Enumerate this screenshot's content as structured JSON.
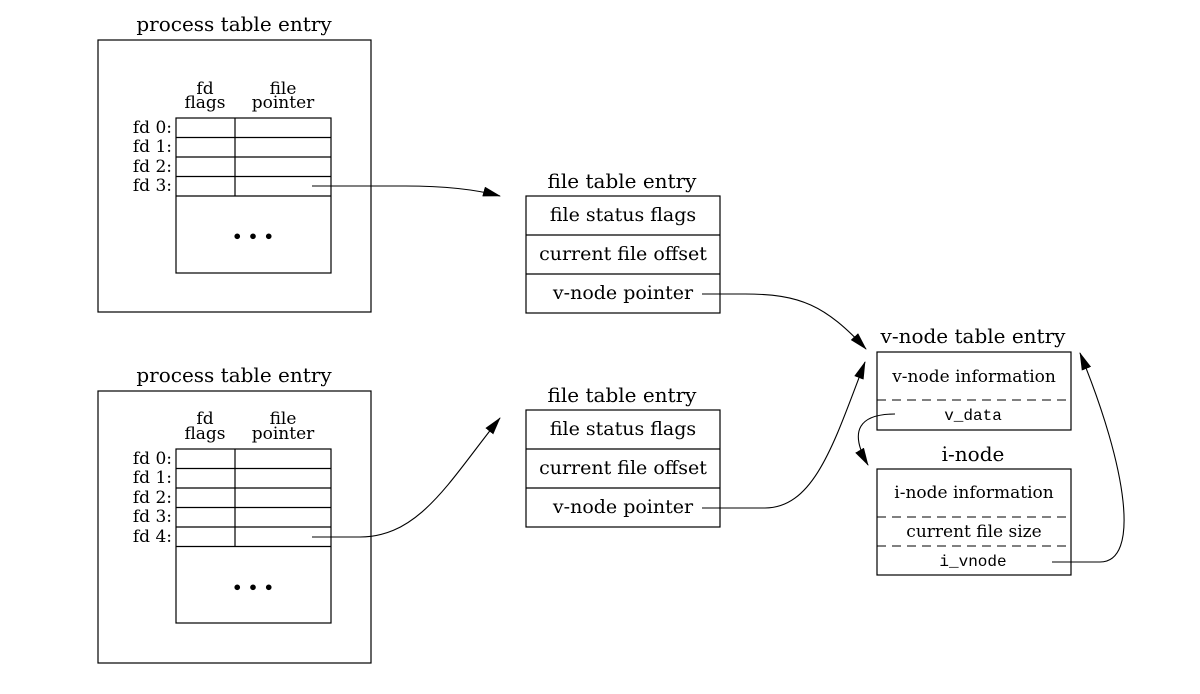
{
  "process_entry_1": {
    "title": "process table entry",
    "col_fd_flags": [
      "fd",
      "flags"
    ],
    "col_file_pointer": [
      "file",
      "pointer"
    ],
    "fd_labels": [
      "fd 0:",
      "fd 1:",
      "fd 2:",
      "fd 3:"
    ],
    "ellipsis": "• • •"
  },
  "process_entry_2": {
    "title": "process table entry",
    "col_fd_flags": [
      "fd",
      "flags"
    ],
    "col_file_pointer": [
      "file",
      "pointer"
    ],
    "fd_labels": [
      "fd 0:",
      "fd 1:",
      "fd 2:",
      "fd 3:",
      "fd 4:"
    ],
    "ellipsis": "• • •"
  },
  "file_entry_1": {
    "title": "file table entry",
    "rows": [
      "file status flags",
      "current file offset",
      "v-node pointer"
    ]
  },
  "file_entry_2": {
    "title": "file table entry",
    "rows": [
      "file status flags",
      "current file offset",
      "v-node pointer"
    ]
  },
  "vnode_entry": {
    "title": "v-node table entry",
    "info": "v-node information",
    "field": "v_data"
  },
  "inode_entry": {
    "title": "i-node",
    "info": "i-node information",
    "size": "current file size",
    "field": "i_vnode"
  }
}
